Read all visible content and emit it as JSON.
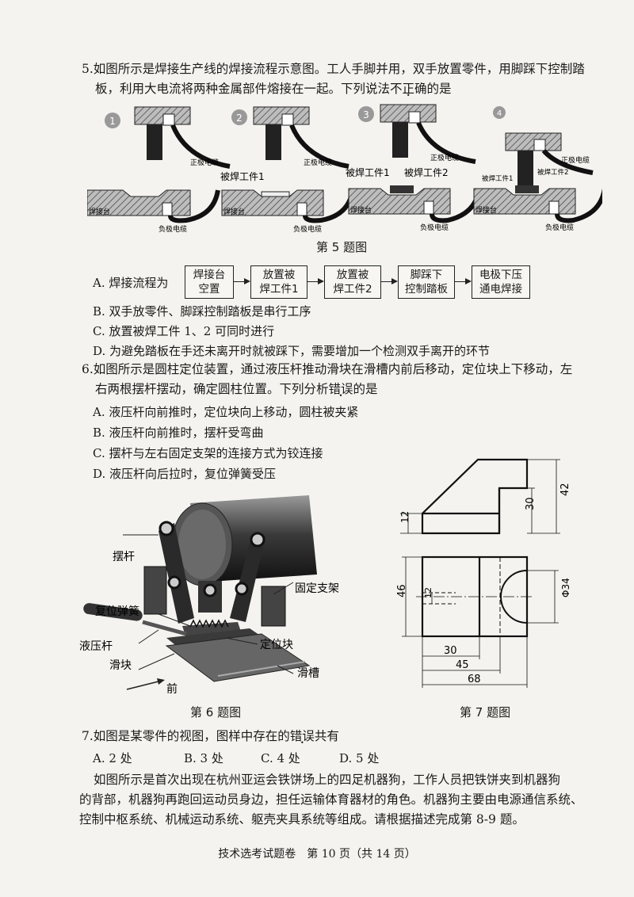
{
  "q5": {
    "line1": "5.如图所示是焊接生产线的焊接流程示意图。工人手脚并用，双手放置零件，用脚踩下控制踏",
    "line2_pre": "板，利用大电流将两种金属部件熔接在一起。下列说法",
    "line2_emph": "不正确",
    "line2_post": "的是",
    "steps": [
      "1",
      "2",
      "3",
      "4"
    ],
    "labels": {
      "positive_cable": "正极电缆",
      "negative_cable": "负极电缆",
      "weld_table": "焊接台",
      "workpiece1": "被焊工件1",
      "workpiece2": "被焊工件2"
    },
    "figure_caption": "第 5 题图",
    "option_a_prefix": "A. 焊接流程为",
    "flow": [
      "焊接台\n空置",
      "放置被\n焊工件1",
      "放置被\n焊工件2",
      "脚踩下\n控制踏板",
      "电极下压\n通电焊接"
    ],
    "option_b": "B. 双手放零件、脚踩控制踏板是串行工序",
    "option_c": "C. 放置被焊工件 1、2 可同时进行",
    "option_d": "D. 为避免踏板在手还未离开时就被踩下，需要增加一个检测双手离开的环节"
  },
  "q6": {
    "line1": "6.如图所示是圆柱定位装置，通过液压杆推动滑块在滑槽内前后移动，定位块上下移动，左",
    "line2_pre": "右两根摆杆摆动，确定圆柱位置。下列分析",
    "line2_emph": "错误",
    "line2_post": "的是",
    "option_a": "A. 液压杆向前推时，定位块向上移动，圆柱被夹紧",
    "option_b": "B. 液压杆向前推时，摆杆受弯曲",
    "option_c": "C. 摆杆与左右固定支架的连接方式为铰连接",
    "option_d": "D. 液压杆向后拉时，复位弹簧受压",
    "labels": {
      "swing_rod": "摆杆",
      "fixed_bracket": "固定支架",
      "reset_spring": "复位弹簧",
      "hydraulic_rod": "液压杆",
      "locating_block": "定位块",
      "slider": "滑块",
      "chute": "滑槽",
      "front": "前"
    },
    "figure_caption": "第 6 题图"
  },
  "q7": {
    "dims": {
      "d42": "42",
      "d30v": "30",
      "d12a": "12",
      "d46": "46",
      "d12b": "12",
      "phi34": "Φ34",
      "d30h": "30",
      "d45": "45",
      "d68": "68"
    },
    "figure_caption": "第 7 题图",
    "stem_pre": "7.如图是某零件的视图，图样中存在的",
    "stem_emph": "错误",
    "stem_post": "共有",
    "options": [
      "A. 2 处",
      "B. 3 处",
      "C. 4 处",
      "D. 5 处"
    ]
  },
  "intro": {
    "line1": "如图所示是首次出现在杭州亚运会铁饼场上的四足机器狗，工作人员把铁饼夹到机器狗",
    "line2": "的背部，机器狗再跑回运动员身边，担任运输体育器材的角色。机器狗主要由电源通信系统、",
    "line3": "控制中枢系统、机械运动系统、躯壳夹具系统等组成。请根据描述完成第 8-9 题。"
  },
  "footer": "技术选考试题卷　第 10 页（共 14 页）"
}
